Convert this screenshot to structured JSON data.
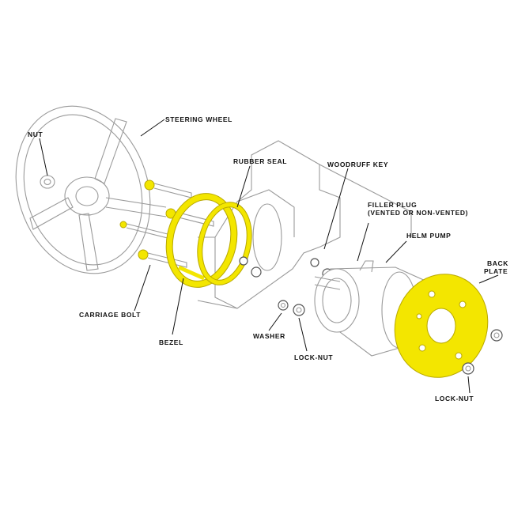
{
  "diagram": {
    "labels": {
      "steering_wheel": "STEERING WHEEL",
      "nut": "NUT",
      "rubber_seal": "RUBBER SEAL",
      "woodruff_key": "WOODRUFF KEY",
      "filler_plug_1": "FILLER PLUG",
      "filler_plug_2": "(VENTED OR NON-VENTED)",
      "helm_pump": "HELM PUMP",
      "back_plate_1": "BACK",
      "back_plate_2": "PLATE",
      "carriage_bolt": "CARRIAGE BOLT",
      "bezel": "BEZEL",
      "washer": "WASHER",
      "lock_nut_center": "LOCK-NUT",
      "lock_nut_right": "LOCK-NUT"
    },
    "colors": {
      "highlight": "#f3e600",
      "outline": "#9a9a9a",
      "text": "#111111"
    }
  }
}
